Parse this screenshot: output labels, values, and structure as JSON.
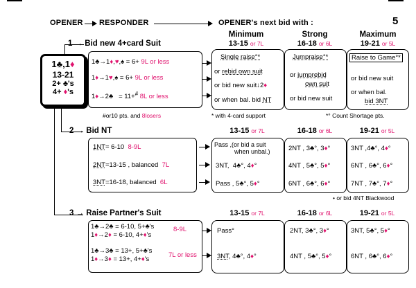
{
  "page": {
    "number": "5"
  },
  "header": {
    "opener": "OPENER",
    "responder": "RESPONDER",
    "next_bid": "OPENER's next bid with :"
  },
  "opening_card": {
    "line1": "1♣,1♦",
    "line2": "13-21",
    "line3": "2+ ♣'s",
    "line4": "4+ ♦'s"
  },
  "columns": {
    "minimum": {
      "label": "Minimum",
      "range": "13-15",
      "alt": "or 7L"
    },
    "strong": {
      "label": "Strong",
      "range": "16-18",
      "alt": "or 6L"
    },
    "maximum": {
      "label": "Maximum",
      "range": "19-21",
      "alt": "or 5L"
    }
  },
  "section1": {
    "num": "1",
    "title": "Bid new 4+card Suit",
    "rows": [
      {
        "bid": "1♣→1♦,♥,♠ = 6+",
        "pts": "9L or less"
      },
      {
        "bid": "1♦→1♥,♠ = 6+",
        "pts": "9L or less"
      },
      {
        "bid": "1♦→2♣ = 11+#",
        "pts": "8L or less"
      }
    ],
    "footnote": "#or10 pts. and 8losers",
    "min": [
      "Single raise°*",
      "or rebid own suit",
      "or bid new suit↓2♦",
      "or when bal. bid NT"
    ],
    "strong": [
      "Jumpraise°*",
      "or jumprebid",
      "own suit",
      "or bid new suit"
    ],
    "max": [
      "Raise to Game°*",
      "or bid new suit",
      "or when bal.",
      "bid 3NT"
    ],
    "note_star": "* with 4-card support",
    "note_deg": "*° Count Shortage pts."
  },
  "section2": {
    "num": "2",
    "title": "Bid NT",
    "cols": {
      "a": "13-15",
      "a_alt": "or 7L",
      "b": "16-18",
      "b_alt": "or 6L",
      "c": "19-21",
      "c_alt": "or 5L"
    },
    "rows": [
      {
        "bid": "1NT= 6-10",
        "pts": "8-9L",
        "min": "Pass ,(or bid a suit",
        "min2": "when unbal.)",
        "strong": "2NT , 3♣°, 3♦°",
        "max": "3NT ,4♣°, 4♦°"
      },
      {
        "bid": "2NT=13-15 , balanced",
        "pts": "7L",
        "min": "3NT, 4♣°, 4♦°",
        "strong": "4NT , 5♣°, 5♦°",
        "max": "6NT , 6♣°, 6♦°"
      },
      {
        "bid": "3NT=16-18, balanced",
        "pts": "6L",
        "min": "Pass , 5♣°, 5♦°",
        "strong": "6NT , 6♣°, 6♦°",
        "max": "7NT , 7♣°, 7♦°"
      }
    ],
    "note": "• or bid 4NT Blackwood"
  },
  "section3": {
    "num": "3",
    "title": "Raise Partner's Suit",
    "cols": {
      "a": "13-15",
      "a_alt": "or 7L",
      "b": "16-18",
      "b_alt": "or 6L",
      "c": "19-21",
      "c_alt": "or 5L"
    },
    "rows": [
      {
        "bid": "1♣→2♣ = 6-10, 5+♣'s",
        "bid2": "1♦→2♦ = 6-10, 4+♦'s",
        "pts": "8-9L",
        "min": "Pass°",
        "strong": "2NT, 3♣°, 3♦°",
        "max": "3NT, 5♣°, 5♦°"
      },
      {
        "bid": "1♣→3♣ = 13+, 5+♣'s",
        "bid2": "1♦→3♦ = 13+, 4+♦'s",
        "pts": "7L or less",
        "min": "3NT, 4♣°, 4♦°",
        "strong": "4NT , 5♣°, 5♦°",
        "max": "6NT , 6♣°, 6♦°"
      }
    ]
  }
}
